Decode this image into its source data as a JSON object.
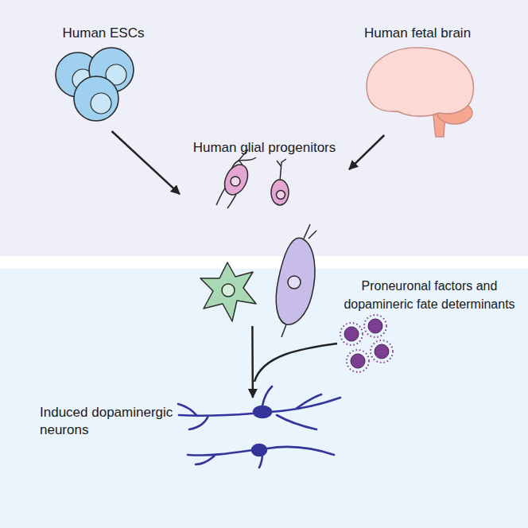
{
  "diagram": {
    "nodes": [
      {
        "text": [
          "Human ESCs"
        ]
      },
      {
        "text": [
          "Human fetal brain"
        ]
      },
      {
        "text": [
          "Human glial progenitors"
        ]
      },
      {
        "text": [
          "Induced dopaminergic neurons"
        ]
      }
    ],
    "edges": [
      {
        "from": 0,
        "to": 2,
        "arrow": "to"
      },
      {
        "from": 1,
        "to": 2,
        "arrow": "to"
      },
      {
        "from": 2,
        "to": 3,
        "arrow": "to"
      }
    ],
    "labels": [
      "Proneuronal factors and dopamineric fate determinants"
    ]
  }
}
